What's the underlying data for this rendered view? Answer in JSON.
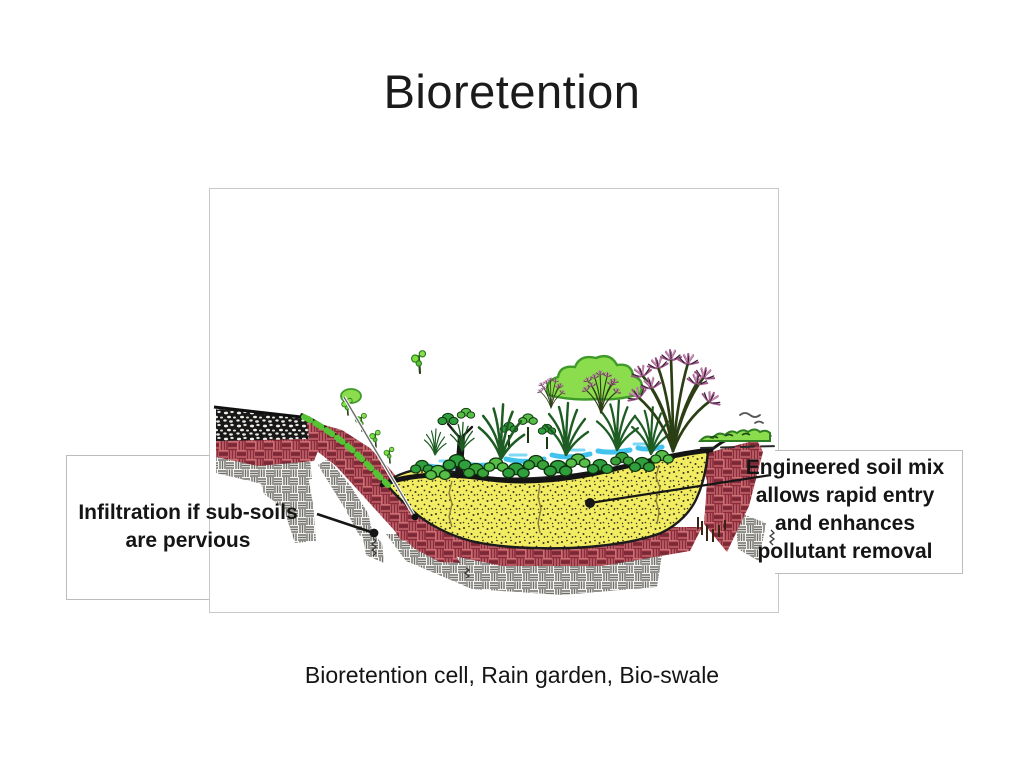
{
  "slide": {
    "title": "Bioretention",
    "caption": "Bioretention cell, Rain garden, Bio-swale"
  },
  "callouts": {
    "left": {
      "lines": [
        "Infiltration if sub-soils",
        "are pervious"
      ]
    },
    "right": {
      "lines": [
        "Engineered soil mix",
        "allows rapid entry",
        "and enhances",
        "pollutant removal"
      ]
    }
  },
  "figure": {
    "description": "Hand-drawn cross-section of a bioretention cell: an excavated basin filled with engineered soil, planted with shrubs, grasses and flowering plants, with shallow ponded water, set in native sub-soil with a gravel road base at left",
    "colors": {
      "engineered_soil_yellow": "#f2ec62",
      "native_soil_red": "#cc7076",
      "gravel_black": "#181818",
      "water_blue": "#41c3ee",
      "foliage_green": "#2f9e3c",
      "bush_light_green": "#8bdd4e",
      "flower_purple": "#9c5587"
    }
  }
}
